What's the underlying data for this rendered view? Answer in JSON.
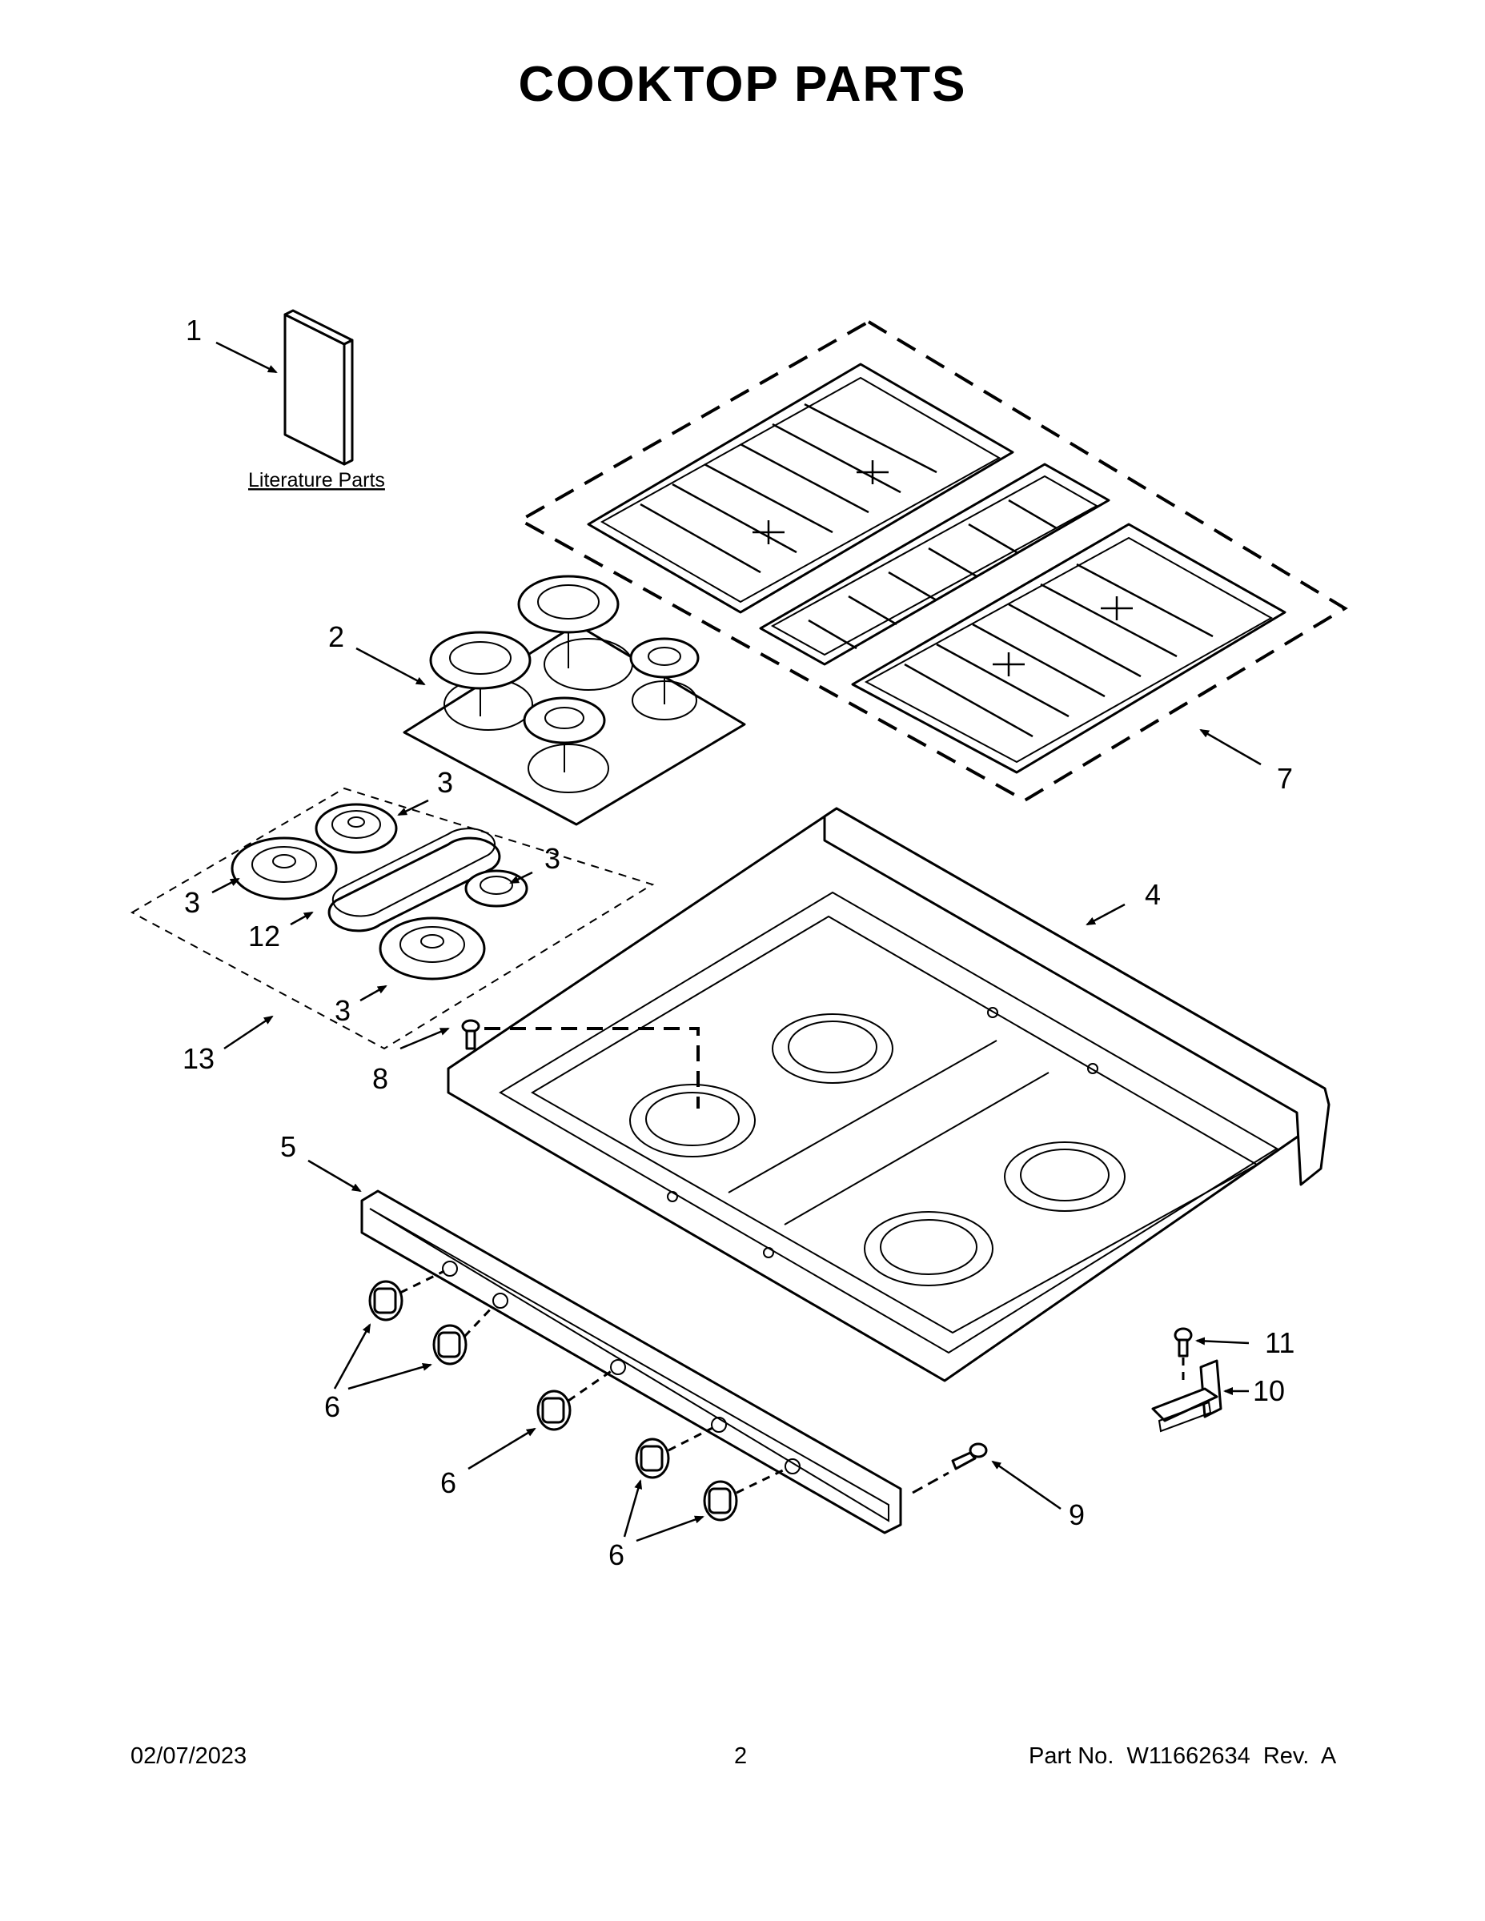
{
  "title": "COOKTOP PARTS",
  "literature_label": "Literature Parts",
  "callouts": {
    "c1": "1",
    "c2": "2",
    "c3a": "3",
    "c3b": "3",
    "c3c": "3",
    "c3d": "3",
    "c4": "4",
    "c5": "5",
    "c6a": "6",
    "c6b": "6",
    "c6c": "6",
    "c7": "7",
    "c8": "8",
    "c9": "9",
    "c10": "10",
    "c11": "11",
    "c12": "12",
    "c13": "13"
  },
  "footer": {
    "date": "02/07/2023",
    "page": "2",
    "part_no": "Part No.  W11662634  Rev.  A"
  }
}
